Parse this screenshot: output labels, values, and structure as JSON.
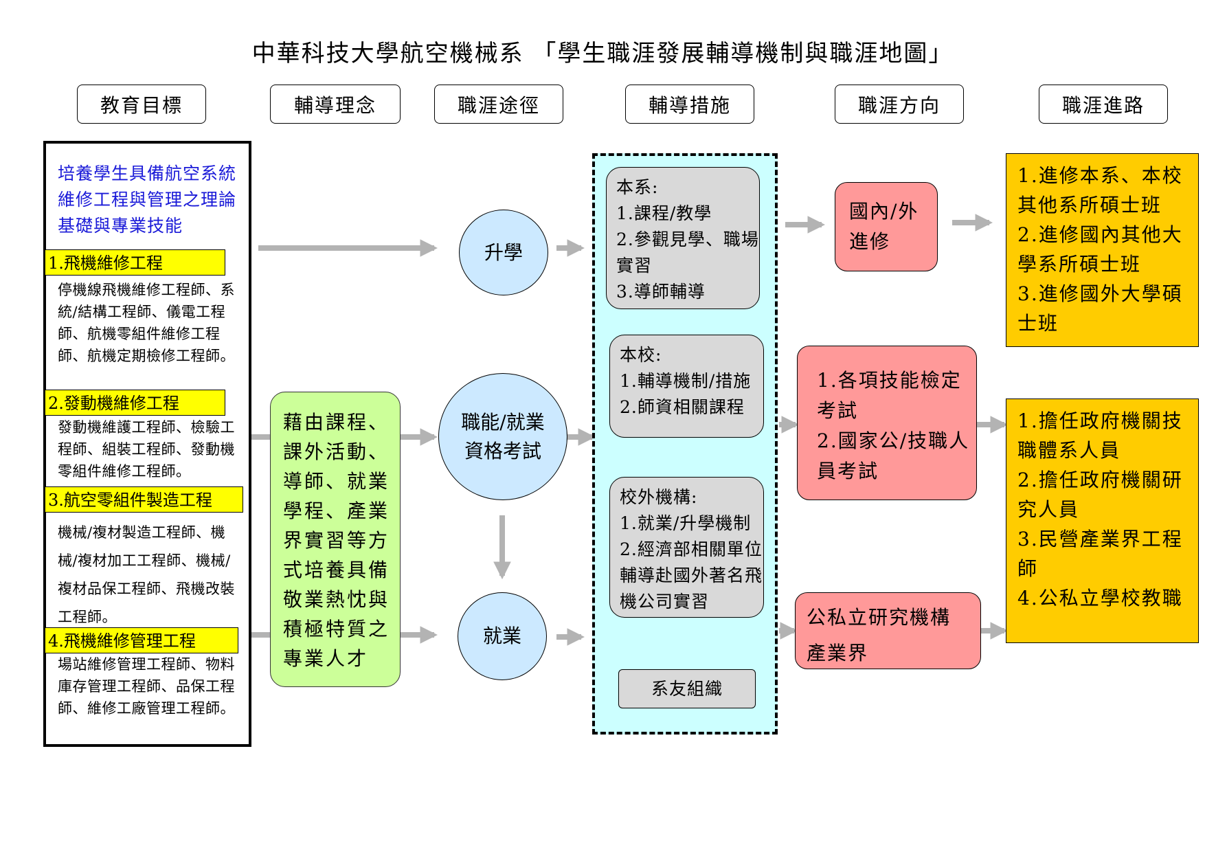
{
  "title": "中華科技大學航空機械系 「學生職涯發展輔導機制與職涯地圖」",
  "headers": {
    "education_goal": "教育目標",
    "guidance_concept": "輔導理念",
    "career_pathway": "職涯途徑",
    "guidance_measures": "輔導措施",
    "career_direction": "職涯方向",
    "career_advancement": "職涯進路"
  },
  "education_goal": {
    "statement": "培養學生具備航空系統維修工程與管理之理論基礎與專業技能",
    "tracks": [
      {
        "label": "1.飛機維修工程",
        "jobs": "停機線飛機維修工程師、系統/結構工程師、儀電工程師、航機零組件維修工程師、航機定期檢修工程師。"
      },
      {
        "label": "2.發動機維修工程",
        "jobs": "發動機維護工程師、檢驗工程師、組裝工程師、發動機零組件維修工程師。"
      },
      {
        "label": "3.航空零組件製造工程",
        "jobs": "機械/複材製造工程師、機械/複材加工工程師、機械/複材品保工程師、飛機改裝工程師。"
      },
      {
        "label": "4.飛機維修管理工程",
        "jobs": "場站維修管理工程師、物料庫存管理工程師、品保工程師、維修工廠管理工程師。"
      }
    ]
  },
  "guidance_concept": "藉由課程、課外活動、導師、就業學程、產業界實習等方式培養具備敬業熱忱與積極特質之專業人才",
  "career_pathways": {
    "further_study": "升學",
    "certification": "職能/就業資格考試",
    "employment": "就業"
  },
  "guidance_measures": {
    "department": {
      "heading": "本系:",
      "items": [
        "1.課程/教學",
        "2.參觀見學、職場實習",
        "3.導師輔導"
      ]
    },
    "school": {
      "heading": "本校:",
      "items": [
        "1.輔導機制/措施",
        "2.師資相關課程"
      ]
    },
    "external": {
      "heading": "校外機構:",
      "items": [
        "1.就業/升學機制",
        "2.經濟部相關單位輔導赴國外著名飛機公司實習"
      ]
    },
    "alumni": "系友組織"
  },
  "career_directions": {
    "study": "國內/外進修",
    "exams": [
      "1.各項技能檢定考試",
      "2.國家公/技職人員考試"
    ],
    "institutions": [
      "公私立研究機構",
      "產業界"
    ]
  },
  "career_advancement": {
    "study": [
      "1.進修本系、本校其他系所碩士班",
      "2.進修國內其他大學系所碩士班",
      "3.進修國外大學碩士班"
    ],
    "jobs": [
      "1.擔任政府機關技職體系人員",
      "2.擔任政府機關研究人員",
      "3.民營產業界工程師",
      "4.公私立學校教職"
    ]
  },
  "colors": {
    "goal_text": "#1a1ad8",
    "track_highlight": "#ffff00",
    "concept_fill": "#ccff99",
    "pathway_fill": "#cce9ff",
    "measures_fill": "#ccffff",
    "measure_box_fill": "#d9d9d9",
    "direction_fill": "#ff9999",
    "advancement_fill": "#ffcc00",
    "arrow": "#b3b3b3"
  }
}
